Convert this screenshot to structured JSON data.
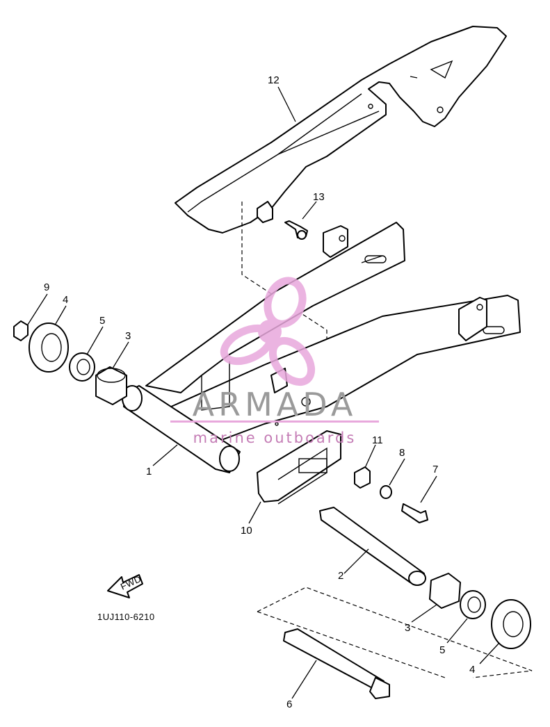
{
  "callouts": [
    {
      "id": "1",
      "label": "1"
    },
    {
      "id": "2",
      "label": "2"
    },
    {
      "id": "3a",
      "label": "3"
    },
    {
      "id": "3b",
      "label": "3"
    },
    {
      "id": "4a",
      "label": "4"
    },
    {
      "id": "4b",
      "label": "4"
    },
    {
      "id": "5a",
      "label": "5"
    },
    {
      "id": "5b",
      "label": "5"
    },
    {
      "id": "6",
      "label": "6"
    },
    {
      "id": "7",
      "label": "7"
    },
    {
      "id": "8",
      "label": "8"
    },
    {
      "id": "9",
      "label": "9"
    },
    {
      "id": "10",
      "label": "10"
    },
    {
      "id": "11",
      "label": "11"
    },
    {
      "id": "12",
      "label": "12"
    },
    {
      "id": "13",
      "label": "13"
    }
  ],
  "direction_arrow": {
    "label": "FWD"
  },
  "diagram_code": "1UJ110-6210",
  "watermark": {
    "title": "ARMADA",
    "subtitle": "marine outboards",
    "logo": "propeller-logo",
    "color": "#e8a8dc"
  }
}
